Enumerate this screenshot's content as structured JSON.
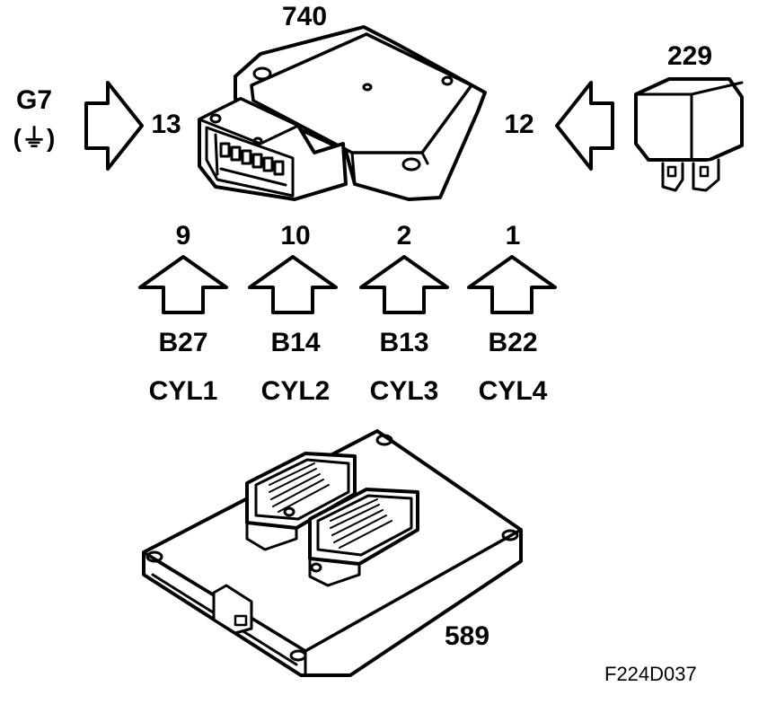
{
  "component_numbers": {
    "ignition_module": "740",
    "relay": "229",
    "control_module": "589"
  },
  "ground": {
    "label": "G7",
    "symbol": "(⏚)"
  },
  "pins": {
    "ground_pin": "13",
    "relay_pin": "12"
  },
  "cylinder_inputs": [
    {
      "pin": "9",
      "sensor": "B27",
      "cylinder": "CYL1"
    },
    {
      "pin": "10",
      "sensor": "B14",
      "cylinder": "CYL2"
    },
    {
      "pin": "2",
      "sensor": "B13",
      "cylinder": "CYL3"
    },
    {
      "pin": "1",
      "sensor": "B22",
      "cylinder": "CYL4"
    }
  ],
  "figure_id": "F224D037"
}
